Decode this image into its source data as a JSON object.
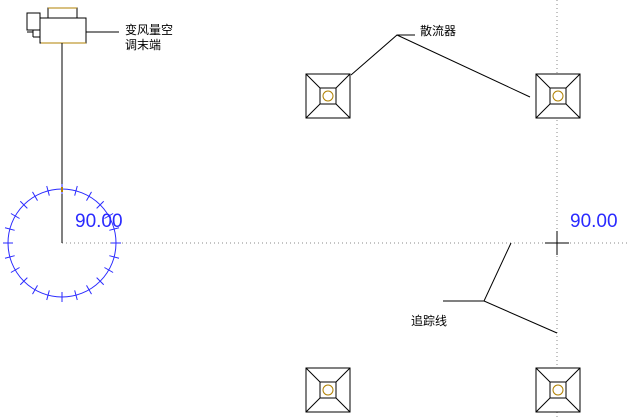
{
  "labels": {
    "vav_line1": "变风量空",
    "vav_line2": "调末端",
    "diffuser": "散流器",
    "trace_line": "追踪线"
  },
  "readouts": {
    "angle_left": "90.00",
    "angle_right": "90.00"
  },
  "colors": {
    "dimension": "#2a2aff",
    "accent": "#b08000"
  }
}
